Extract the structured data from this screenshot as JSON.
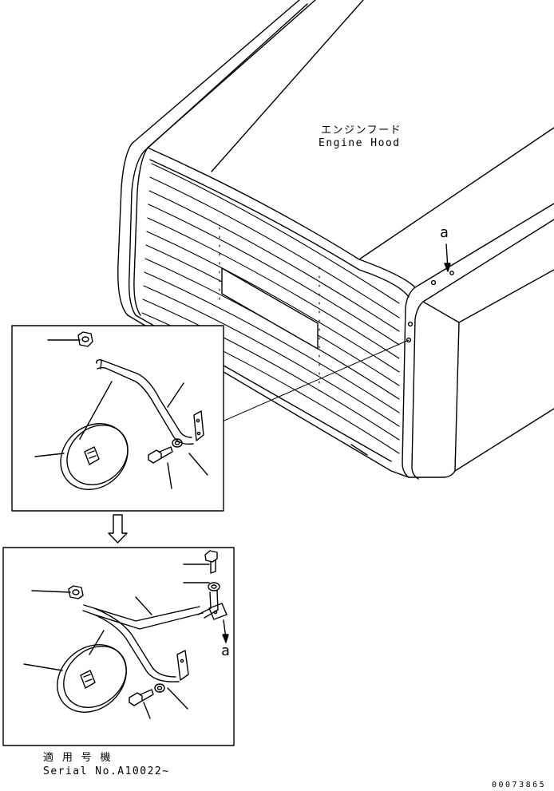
{
  "labels": {
    "hood_jp": "エンジンフード",
    "hood_en": "Engine Hood",
    "ref_top": "a",
    "ref_bottom": "a",
    "applicable_jp": "適 用 号 機",
    "serial": "Serial No.A10022~",
    "drawing_code": "00073865"
  }
}
